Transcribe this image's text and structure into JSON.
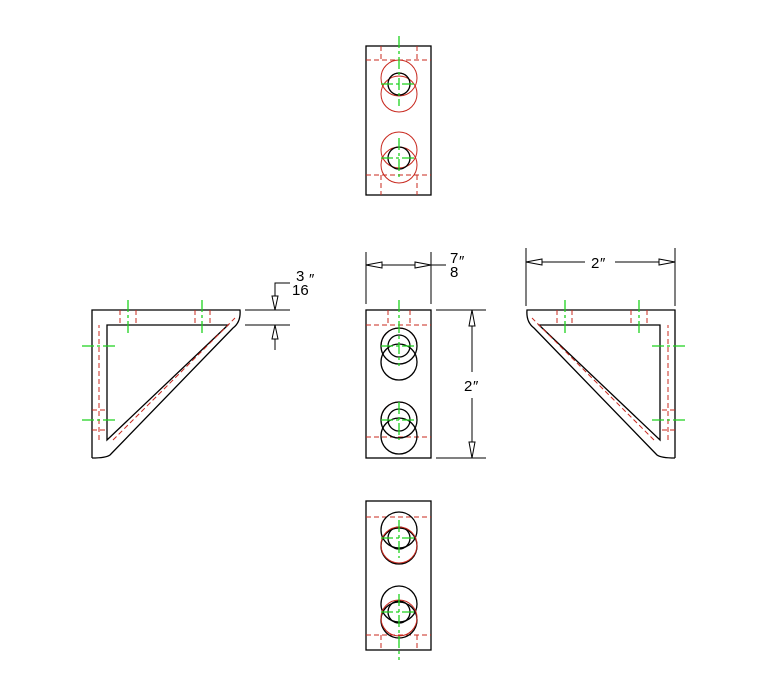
{
  "dimensions": {
    "width": {
      "numerator": "7",
      "denominator": "8",
      "unit": "″"
    },
    "thickness": {
      "numerator": "3",
      "denominator": "16",
      "unit": "″"
    },
    "height": {
      "value": "2",
      "unit": "″"
    },
    "length": {
      "value": "2",
      "unit": "″"
    }
  },
  "colors": {
    "outline": "#000000",
    "hidden": "#c8281e",
    "centerline": "#1ed21e"
  }
}
